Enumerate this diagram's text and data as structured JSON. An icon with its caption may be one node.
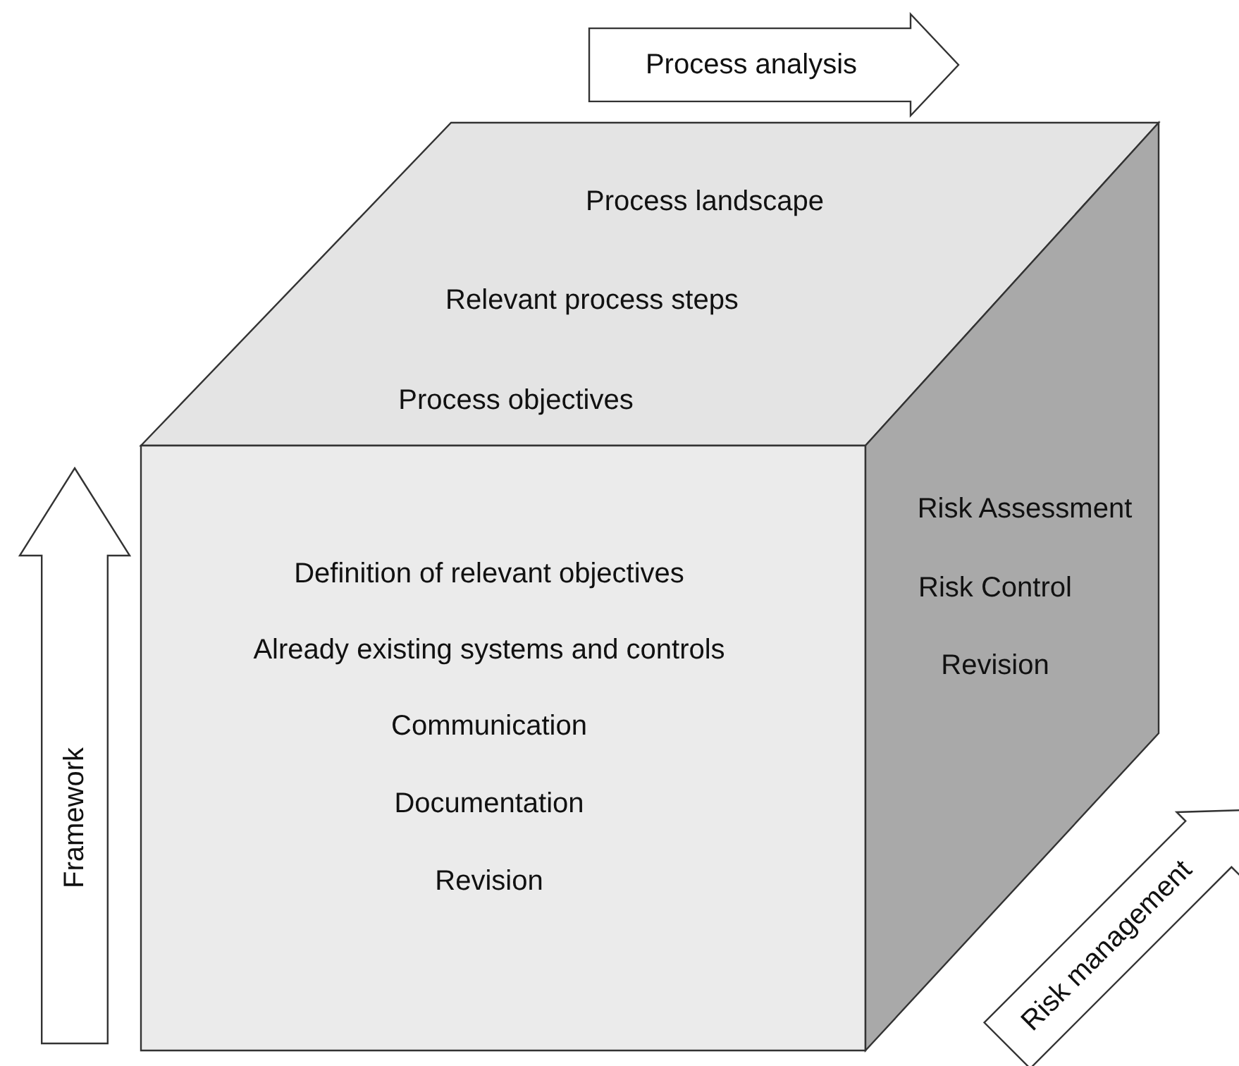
{
  "diagram": {
    "nodes": [
      {
        "text": [
          "Process analysis"
        ]
      },
      {
        "text": [
          "Process landscape",
          "Relevant process steps",
          "Process objectives"
        ]
      },
      {
        "text": [
          "Definition of relevant objectives",
          "Already existing systems and controls",
          "Communication",
          "Documentation",
          "Revision"
        ]
      },
      {
        "text": [
          "Risk Assessment",
          "Risk Control",
          "Revision"
        ]
      },
      {
        "text": [
          "Framework"
        ]
      },
      {
        "text": [
          "Risk management"
        ]
      }
    ],
    "edges": []
  }
}
